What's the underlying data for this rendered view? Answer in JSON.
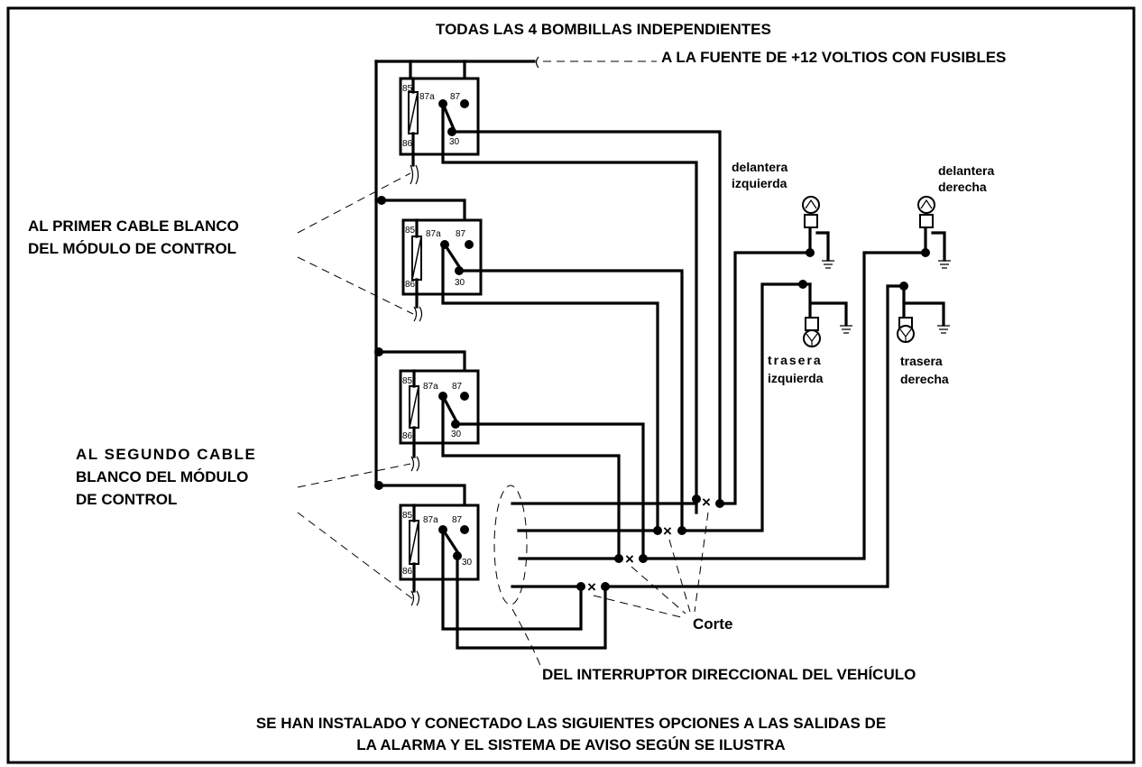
{
  "title_top": "TODAS LAS 4 BOMBILLAS INDEPENDIENTES",
  "power_label": "A LA FUENTE DE +12 VOLTIOS CON FUSIBLES",
  "first_white_label": [
    "AL PRIMER CABLE BLANCO",
    "DEL MÓDULO DE CONTROL"
  ],
  "second_white_label": [
    "AL SEGUNDO CABLE",
    "BLANCO DEL MÓDULO",
    "DE CONTROL"
  ],
  "cut_label": "Corte",
  "turn_switch_label": "DEL INTERRUPTOR DIRECCIONAL DEL VEHÍCULO",
  "bottom_note": [
    "SE HAN INSTALADO Y CONECTADO LAS SIGUIENTES OPCIONES A LAS SALIDAS DE",
    "LA ALARMA Y EL SISTEMA DE AVISO SEGÚN SE ILUSTRA"
  ],
  "relay_pins": {
    "p85": "85",
    "p86": "86",
    "p87a": "87a",
    "p87": "87",
    "p30": "30"
  },
  "lamps": {
    "front_left": [
      "delantera",
      "izquierda"
    ],
    "front_right": [
      "delantera",
      "derecha"
    ],
    "rear_left": [
      "trasera",
      "izquierda"
    ],
    "rear_right": [
      "trasera",
      "derecha"
    ]
  },
  "cut_symbol": "×"
}
